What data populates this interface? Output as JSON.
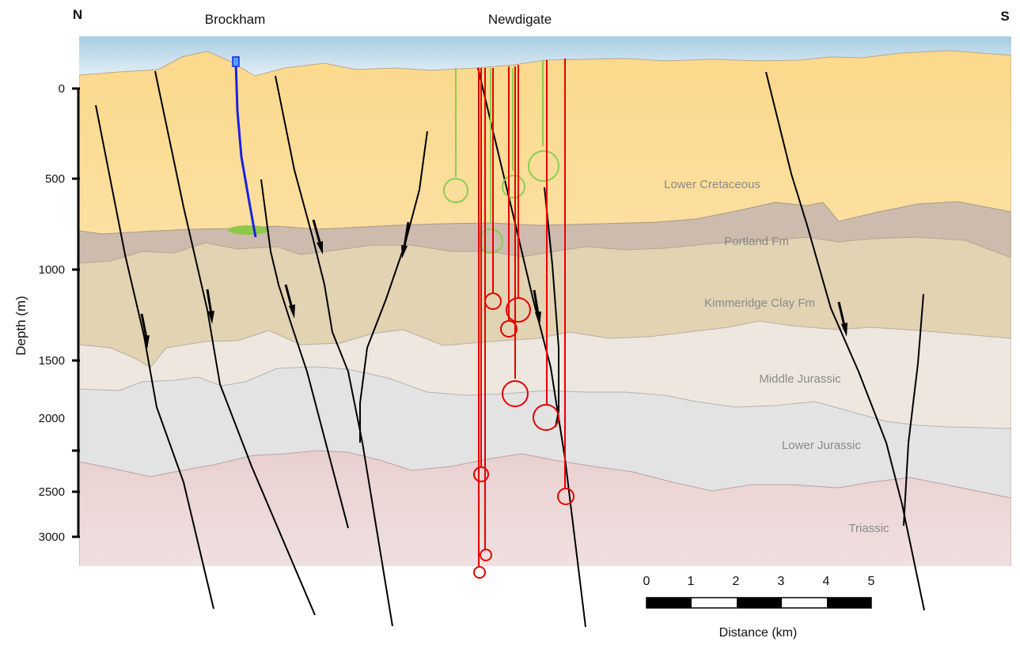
{
  "compass": {
    "north": "N",
    "south": "S"
  },
  "locations": {
    "brockham": "Brockham",
    "newdigate": "Newdigate"
  },
  "axis": {
    "label": "Depth (m)",
    "ticks": [
      "0",
      "500",
      "1000",
      "1500",
      "2000",
      "2500",
      "3000"
    ]
  },
  "layers": {
    "lower_cretaceous": "Lower Cretaceous",
    "portland": "Portland Fm",
    "kimmeridge": "Kimmeridge Clay Fm",
    "middle_jurassic": "Middle Jurassic",
    "lower_jurassic": "Lower Jurassic",
    "triassic": "Triassic"
  },
  "scale_bar": {
    "ticks": [
      "0",
      "1",
      "2",
      "3",
      "4",
      "5"
    ],
    "label": "Distance (km)"
  },
  "colors": {
    "sky": "#c9e1ef",
    "lower_cretaceous": "#fbdc96",
    "portland": "#cdbcae",
    "kimmeridge": "#e0d2b2",
    "middle_jurassic": "#ece6df",
    "lower_jurassic": "#e2e2e2",
    "triassic": "#ecd8d8",
    "fault": "#000000",
    "red_well": "#e60000",
    "green_well": "#8ccc52",
    "blue_well": "#1a22e0"
  }
}
